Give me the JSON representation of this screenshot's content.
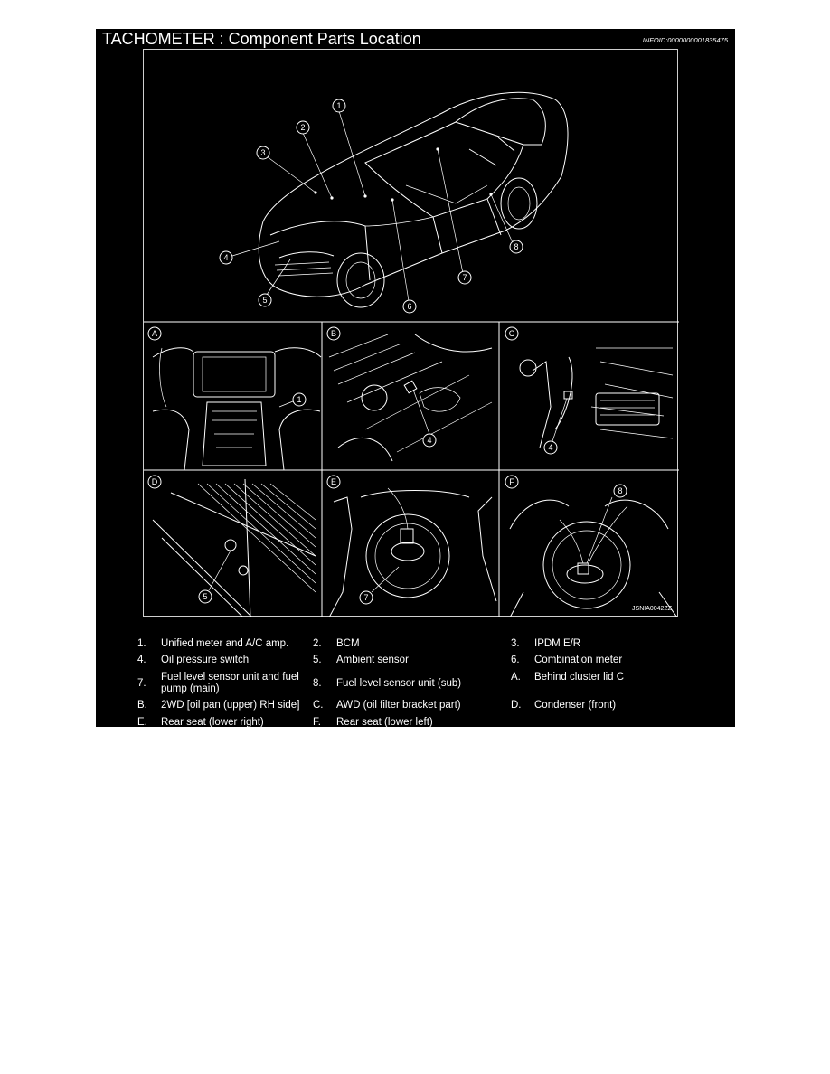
{
  "header": {
    "title": "TACHOMETER : Component Parts Location",
    "info_id": "INFOID:0000000001835475"
  },
  "figure": {
    "code": "JSNIA0042ZZ",
    "callouts": [
      "1",
      "2",
      "3",
      "4",
      "5",
      "6",
      "7",
      "8"
    ],
    "panels": [
      {
        "letter": "A",
        "callout": "1"
      },
      {
        "letter": "B",
        "callout": "4"
      },
      {
        "letter": "C",
        "callout": "4"
      },
      {
        "letter": "D",
        "callout": "5"
      },
      {
        "letter": "E",
        "callout": "7"
      },
      {
        "letter": "F",
        "callout": "8"
      }
    ]
  },
  "legend": [
    {
      "num": "1.",
      "text": "Unified meter and A/C amp."
    },
    {
      "num": "2.",
      "text": "BCM"
    },
    {
      "num": "3.",
      "text": "IPDM E/R"
    },
    {
      "num": "4.",
      "text": "Oil pressure switch"
    },
    {
      "num": "5.",
      "text": "Ambient sensor"
    },
    {
      "num": "6.",
      "text": "Combination meter"
    },
    {
      "num": "7.",
      "text": "Fuel level sensor unit and fuel pump (main)"
    },
    {
      "num": "8.",
      "text": "Fuel level sensor unit (sub)"
    },
    {
      "num": "A.",
      "text": "Behind cluster lid C"
    },
    {
      "num": "B.",
      "text": "2WD [oil pan (upper) RH side]"
    },
    {
      "num": "C.",
      "text": "AWD (oil filter bracket part)"
    },
    {
      "num": "D.",
      "text": "Condenser (front)"
    },
    {
      "num": "E.",
      "text": "Rear seat (lower right)"
    },
    {
      "num": "F.",
      "text": "Rear seat (lower left)"
    }
  ]
}
